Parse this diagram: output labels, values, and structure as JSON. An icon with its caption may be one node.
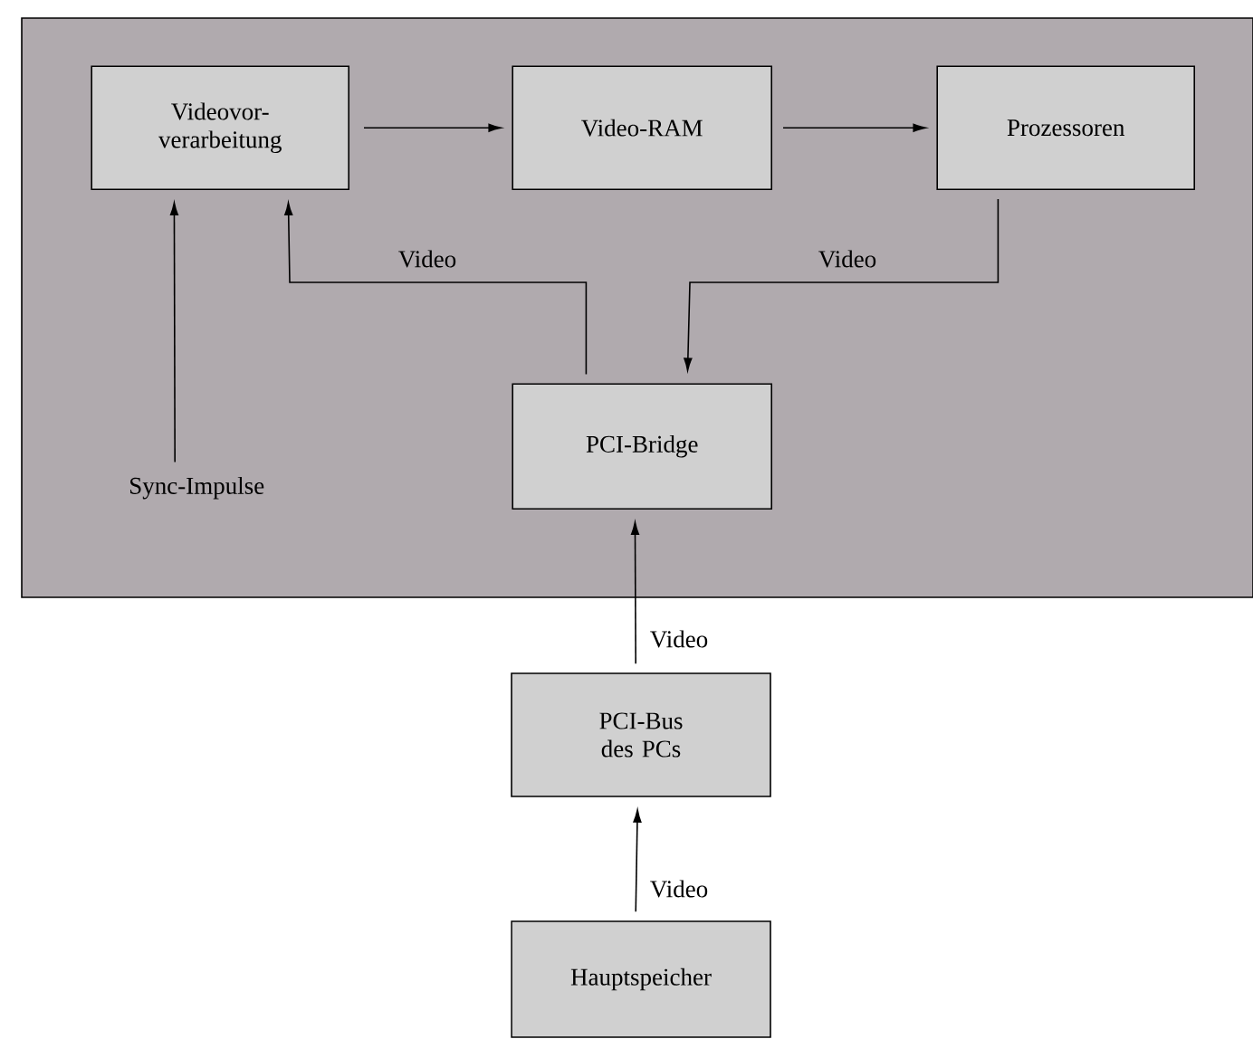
{
  "diagram": {
    "nodes": [
      {
        "text": [],
        "shape": "box"
      },
      {
        "text": [
          "Videovor- verarbeitung"
        ],
        "in": 0
      },
      {
        "text": [
          "Video-RAM"
        ],
        "in": 0
      },
      {
        "text": [
          "Prozessoren"
        ],
        "in": 0
      },
      {
        "text": [
          "Sync-Impulse"
        ],
        "in": 0
      },
      {
        "text": [
          "PCI-Bridge"
        ],
        "in": 0
      },
      {
        "text": [
          "PCI-Bus des PCs"
        ]
      },
      {
        "text": [
          "Hauptspeicher"
        ]
      }
    ],
    "edges": [
      {
        "from": 1,
        "to": 2,
        "arrow": "to"
      },
      {
        "from": 2,
        "to": 3,
        "arrow": "to"
      },
      {
        "from": 4,
        "to": 1,
        "arrow": "to"
      },
      {
        "from": 5,
        "to": 1,
        "arrow": "to",
        "label": "Video"
      },
      {
        "from": 3,
        "to": 5,
        "arrow": "to",
        "label": "Video"
      },
      {
        "from": 6,
        "to": 5,
        "arrow": "to",
        "label": "Video"
      },
      {
        "from": 7,
        "to": 6,
        "arrow": "to",
        "label": "Video"
      }
    ]
  }
}
